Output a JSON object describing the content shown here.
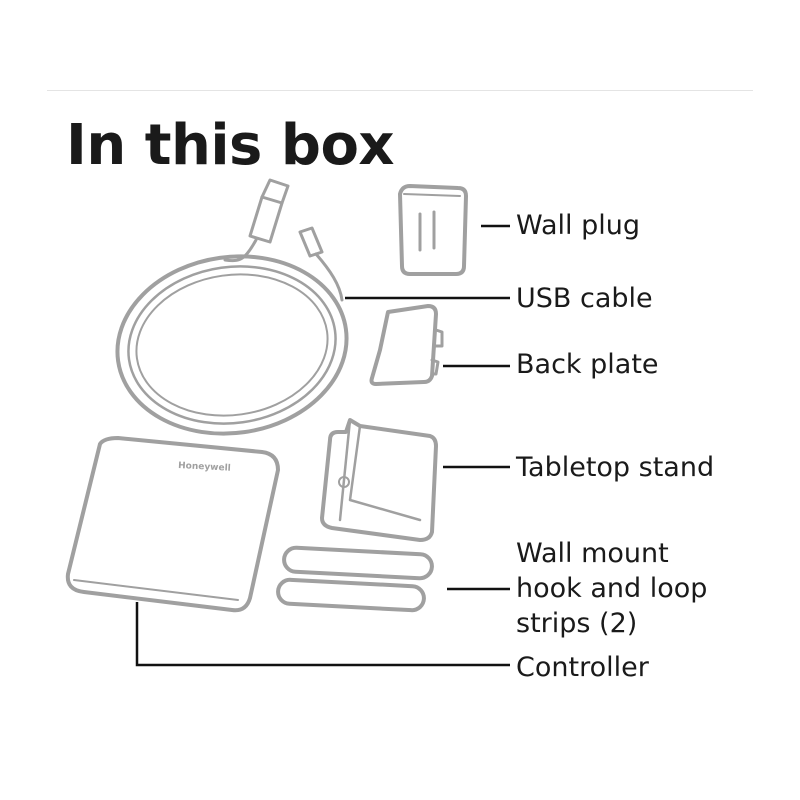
{
  "title": "In this box",
  "items": [
    {
      "label": "Wall plug"
    },
    {
      "label": "USB cable"
    },
    {
      "label": "Back plate"
    },
    {
      "label": "Tabletop stand"
    },
    {
      "label_lines": [
        "Wall mount",
        "hook and loop",
        "strips (2)"
      ]
    },
    {
      "label": "Controller"
    }
  ],
  "controller_logo": "Honeywell",
  "colors": {
    "illustration": "#a0a0a0",
    "leader": "#111111",
    "text": "#1a1a1a"
  }
}
